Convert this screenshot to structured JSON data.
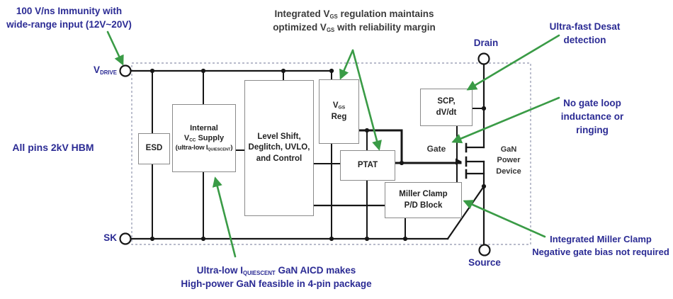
{
  "diagram": {
    "annotations": {
      "immunity": {
        "line1": "100 V/ns Immunity with",
        "line2": "wide-range input (12V~20V)"
      },
      "vgs_regulation": {
        "l1a": "Integrated V",
        "l1sub": "GS",
        "l1b": " regulation maintains",
        "l2a": "optimized V",
        "l2sub": "GS",
        "l2b": " with reliability margin"
      },
      "desat": {
        "line1": "Ultra-fast Desat",
        "line2": "detection"
      },
      "gate_loop": {
        "line1": "No gate loop",
        "line2": "inductance or",
        "line3": "ringing"
      },
      "esd_rating": {
        "text": "All pins 2kV HBM"
      },
      "quiescent": {
        "l1a": "Ultra-low I",
        "l1sub": "QUIESCENT",
        "l1b": " GaN AICD makes",
        "l2": "High-power GaN feasible in 4-pin package"
      },
      "miller": {
        "line1": "Integrated Miller Clamp",
        "line2": "Negative gate bias not required"
      }
    },
    "pins": {
      "vdrive": {
        "pre": "V",
        "sub": "DRIVE"
      },
      "sk": "SK",
      "drain": "Drain",
      "source": "Source"
    },
    "blocks": {
      "esd": "ESD",
      "vcc": {
        "l1": "Internal",
        "l2a": "V",
        "l2sub": "CC",
        "l2b": " Supply",
        "l3a": "(ultra-low I",
        "l3sub": "QUIESCENT",
        "l3b": ")"
      },
      "level_shift": {
        "l1": "Level Shift,",
        "l2": "Deglitch, UVLO,",
        "l3": "and Control"
      },
      "vgs_reg": {
        "l1a": "V",
        "l1sub": "GS",
        "l2": "Reg"
      },
      "ptat": "PTAT",
      "scp": {
        "l1": "SCP,",
        "l2": "dV/dt"
      },
      "miller_clamp": {
        "l1": "Miller Clamp",
        "l2": "P/D Block"
      }
    },
    "labels": {
      "gate": "Gate",
      "gan_device": {
        "l1": "GaN",
        "l2": "Power",
        "l3": "Device"
      }
    },
    "colors": {
      "annotation_blue": "#2b2b94",
      "arrow_green": "#3a9b46",
      "text_dark": "#3b3b3b",
      "wire_black": "#161616",
      "box_border": "#8a8a8a"
    }
  }
}
